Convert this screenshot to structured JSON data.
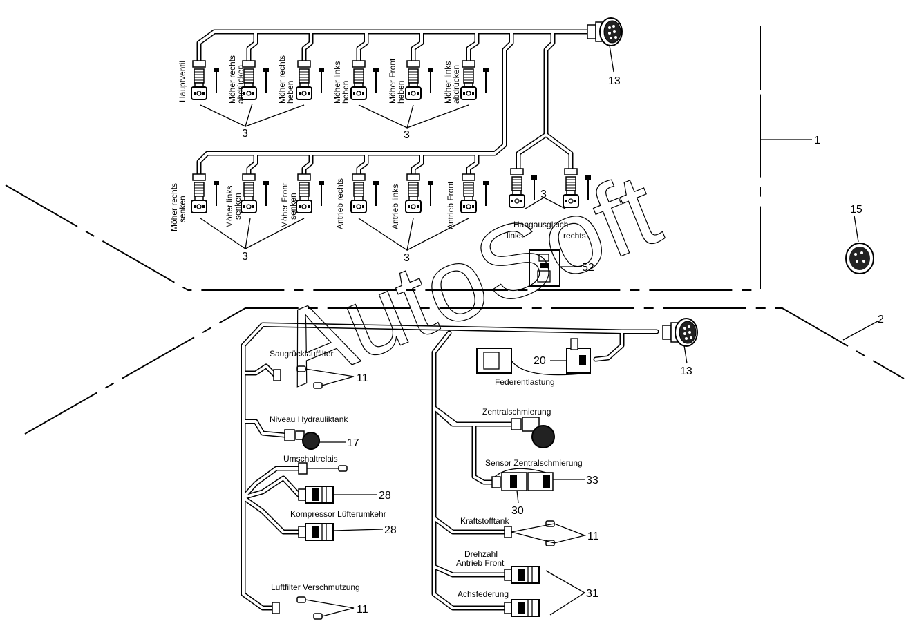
{
  "labels": {
    "hauptventil": "Hauptventil",
    "moeher_rechts_abdruecken": [
      "Möher rechts",
      "abdrücken"
    ],
    "moeher_rechts_heben": [
      "Möher rechts",
      "heben"
    ],
    "moeher_links_heben": [
      "Möher links",
      "heben"
    ],
    "moeher_front_heben": [
      "Möher Front",
      "heben"
    ],
    "moeher_links_abdruecken": [
      "Möher links",
      "abdrücken"
    ],
    "moeher_rechts_senken": [
      "Möher rechts",
      "senken"
    ],
    "moeher_links_senken": [
      "Möher links",
      "senken"
    ],
    "moeher_front_senken": [
      "Möher Front",
      "senken"
    ],
    "antrieb_rechts": "Antrieb rechts",
    "antrieb_links": "Antrieb links",
    "antrieb_front": "Antrieb Front",
    "hangausgleich": "Hangausgleich",
    "links": "links",
    "rechts": "rechts",
    "saugruecklauffilter": "Saugrücklauffilter",
    "niveau_hydrauliktank": "Niveau Hydrauliktank",
    "umschaltrelais": "Umschaltrelais",
    "kompressor_luefterumkehr": "Kompressor Lüfterumkehr",
    "luftfilter_verschmutzung": "Luftfilter Verschmutzung",
    "federentlastung": "Federentlastung",
    "zentralschmierung": "Zentralschmierung",
    "sensor_zentralschmierung": "Sensor Zentralschmierung",
    "kraftstofftank": "Kraftstofftank",
    "drehzahl_antrieb_front": [
      "Drehzahl",
      "Antrieb Front"
    ],
    "achsfederung": "Achsfederung"
  },
  "callouts": {
    "c1": "1",
    "c2": "2",
    "c3": "3",
    "c11": "11",
    "c13": "13",
    "c15": "15",
    "c17": "17",
    "c20": "20",
    "c28": "28",
    "c30": "30",
    "c31": "31",
    "c33": "33",
    "c52": "52"
  },
  "watermark": "AutoSoft"
}
